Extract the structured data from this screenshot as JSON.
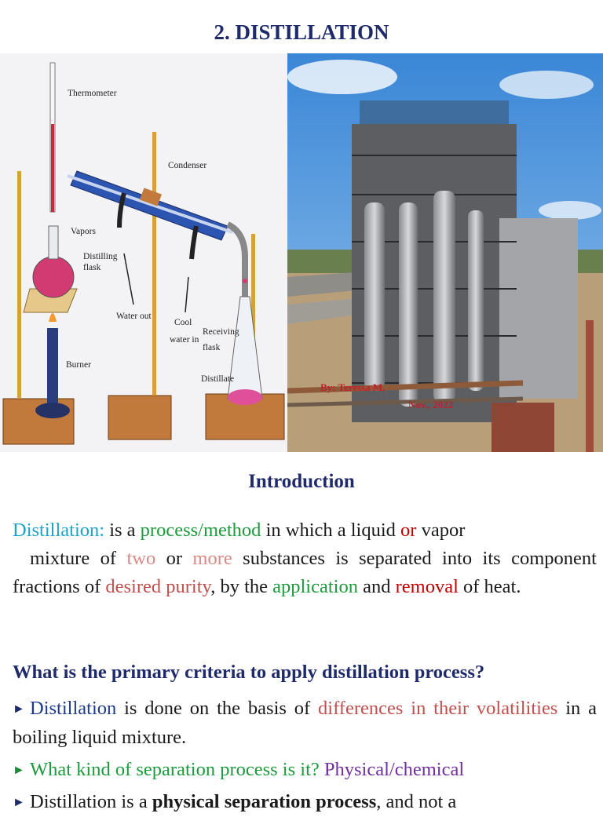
{
  "title": "2. DISTILLATION",
  "figure_left": {
    "labels": {
      "thermometer": "Thermometer",
      "condenser": "Condenser",
      "vapors": "Vapors",
      "distilling_1": "Distilling",
      "distilling_2": "flask",
      "water_out": "Water out",
      "cool_1": "Cool",
      "cool_2": "water in",
      "receiving_1": "Receiving",
      "receiving_2": "flask",
      "burner": "Burner",
      "distillate": "Distillate"
    }
  },
  "figure_right": {
    "overlay_line1": "By: Teressa M.",
    "overlay_line2": "Nov., 2022"
  },
  "intro_heading": "Introduction",
  "definition": {
    "term": "Distillation:",
    "t1": " is a ",
    "process": "process/method",
    "t2": " in which a liquid ",
    "or": "or",
    "t3": " vapor",
    "t4": "mixture of ",
    "two": "two",
    "t5": " or ",
    "more": "more",
    "t6": " substances is separated into its component fractions of ",
    "purity": "desired purity",
    "t7": ", by the ",
    "application": "application",
    "t8": " and ",
    "removal": "removal",
    "t9": " of heat."
  },
  "question": "What is the primary criteria to apply distillation process?",
  "bullet1": {
    "arrow": "►",
    "word": "Distillation",
    "t1": " is done on the basis of ",
    "diff": "differences in their volatilities",
    "t2": " in a boiling liquid mixture."
  },
  "bullet2": {
    "arrow": "►",
    "q": "What kind of separation process is it? ",
    "answer": "Physical/chemical"
  },
  "bullet3": {
    "arrow": "►",
    "t1": "Distillation is a ",
    "bold": "physical separation process",
    "t2": ", and not a"
  }
}
